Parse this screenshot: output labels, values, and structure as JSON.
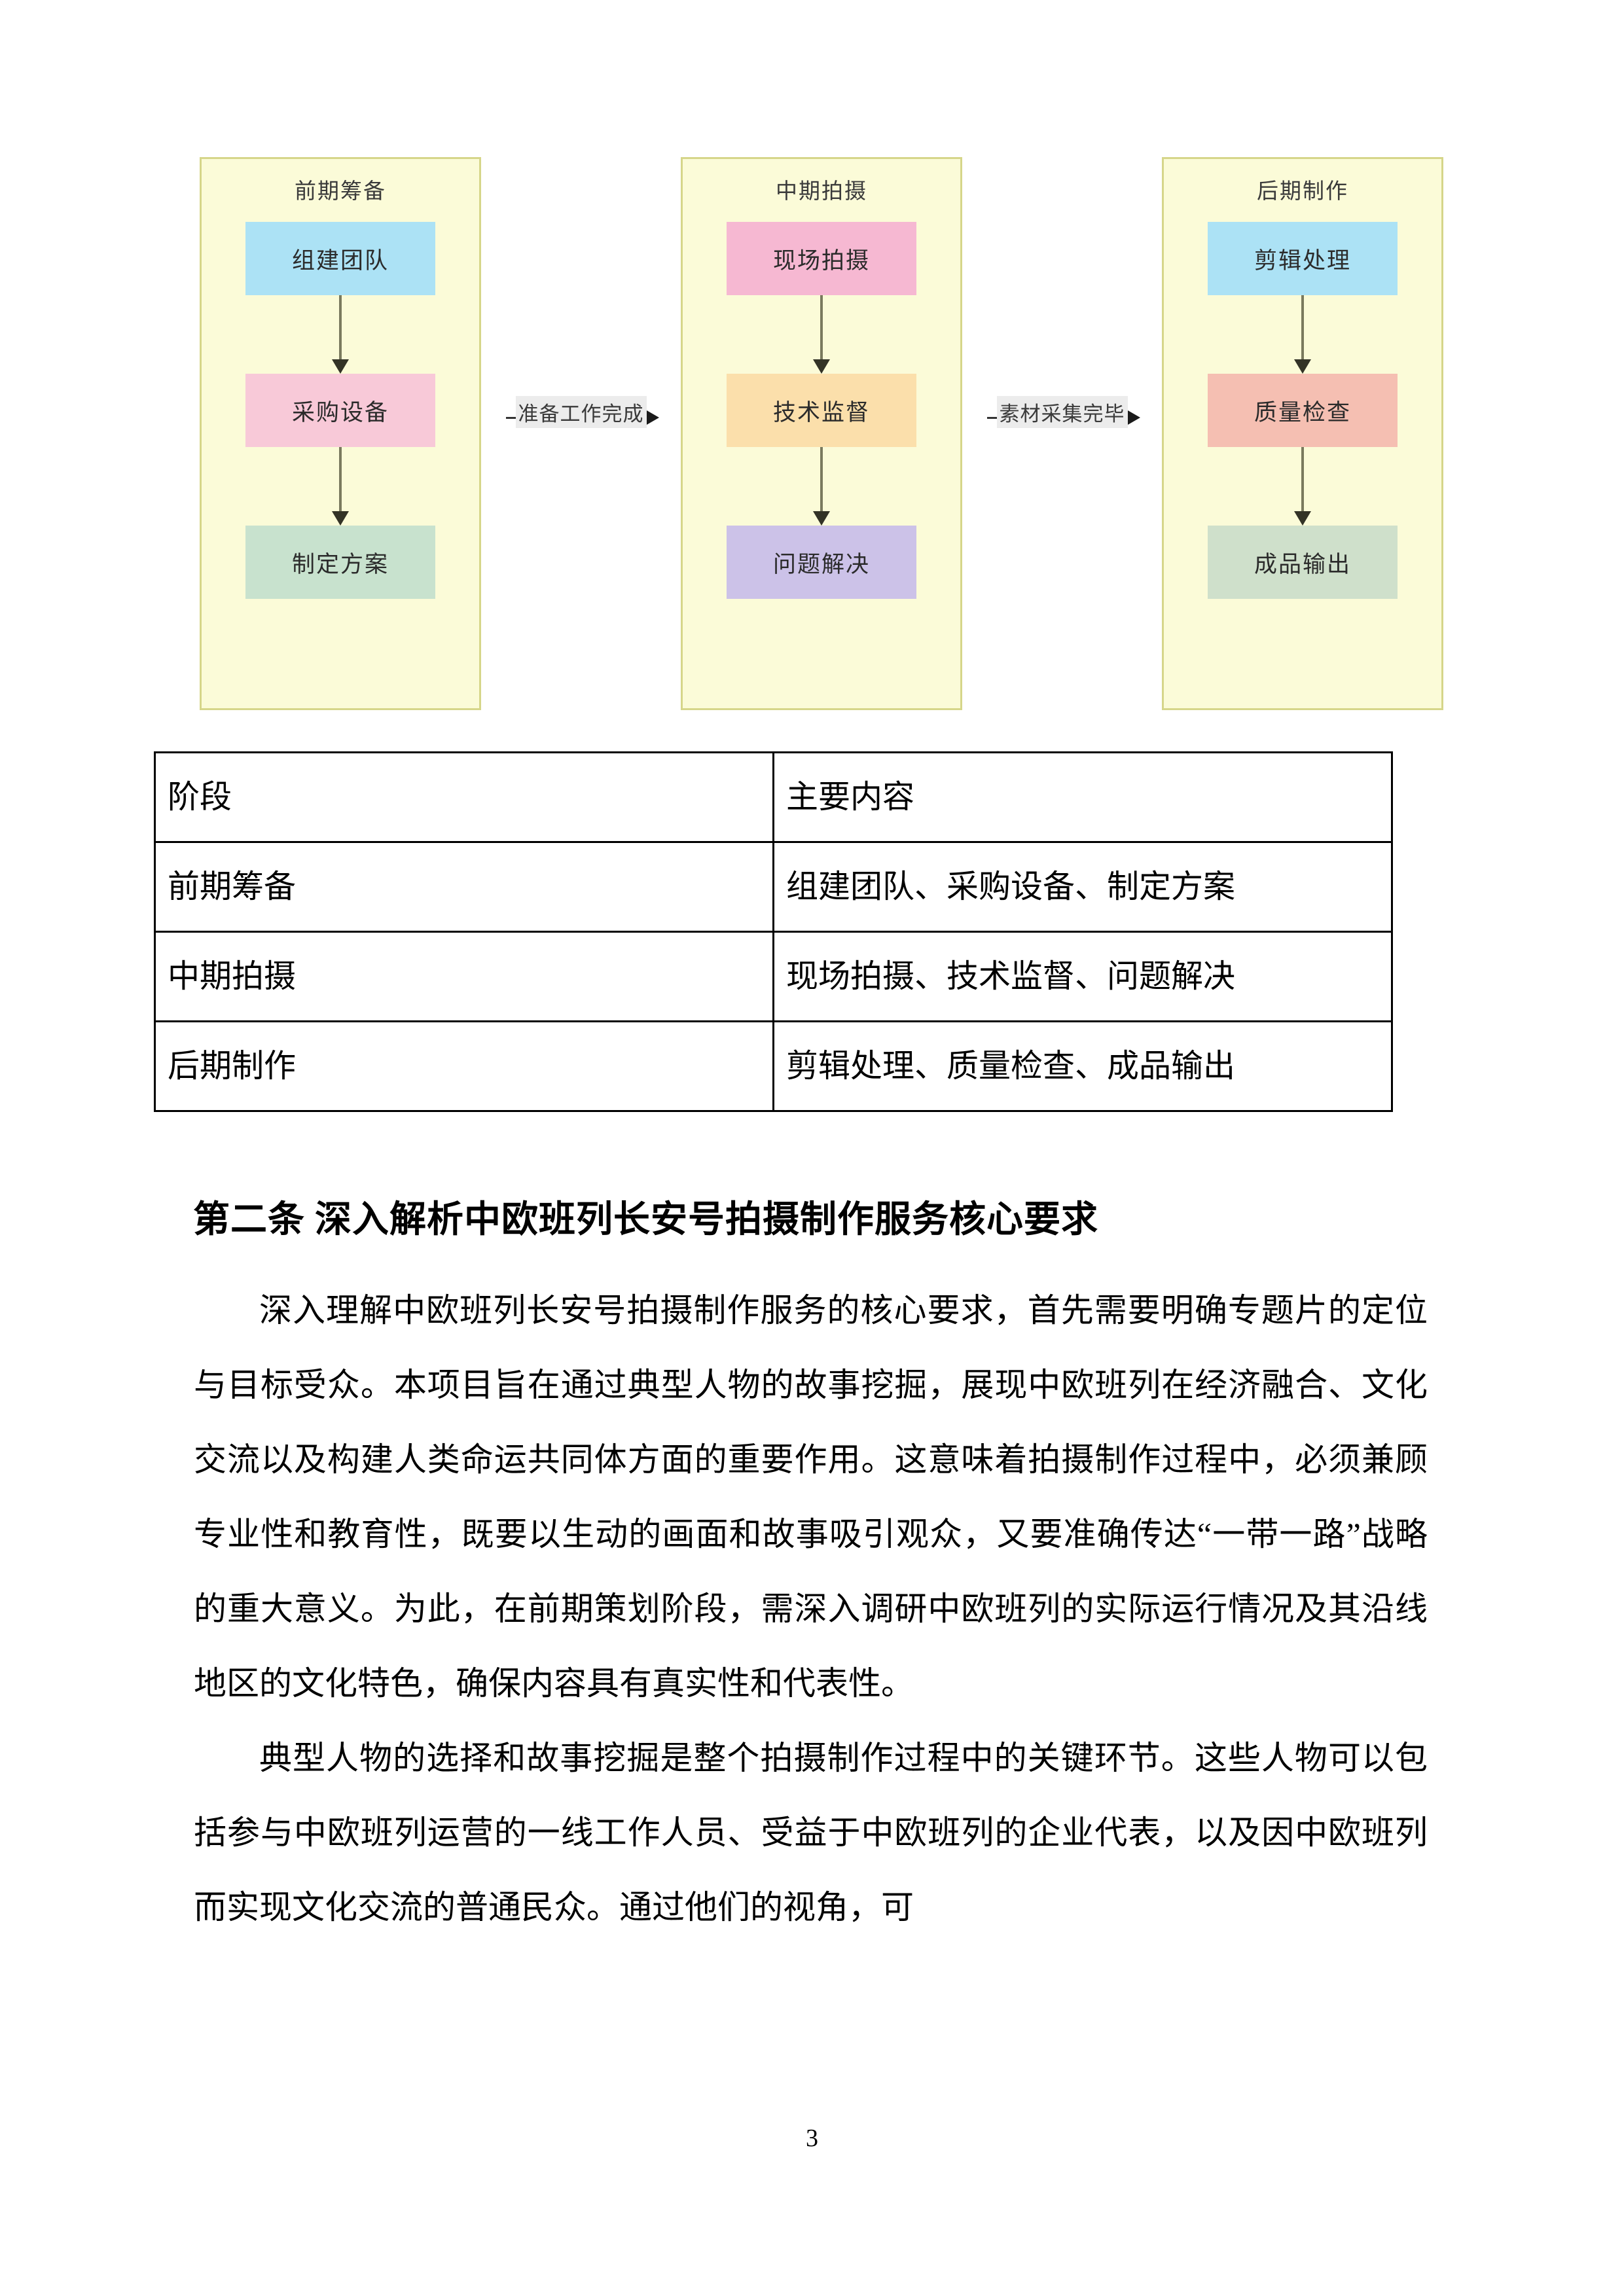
{
  "document": {
    "page_number": "3"
  },
  "flowchart": {
    "clusters": [
      {
        "title": "前期筹备",
        "nodes": [
          {
            "label": "组建团队",
            "color": "#ace2f5"
          },
          {
            "label": "采购设备",
            "color": "#f8c9d8"
          },
          {
            "label": "制定方案",
            "color": "#c8e2ce"
          }
        ]
      },
      {
        "title": "中期拍摄",
        "nodes": [
          {
            "label": "现场拍摄",
            "color": "#f6b8d2"
          },
          {
            "label": "技术监督",
            "color": "#fbdfab"
          },
          {
            "label": "问题解决",
            "color": "#ccc2e8"
          }
        ]
      },
      {
        "title": "后期制作",
        "nodes": [
          {
            "label": "剪辑处理",
            "color": "#ace2f5"
          },
          {
            "label": "质量检查",
            "color": "#f5bfb2"
          },
          {
            "label": "成品输出",
            "color": "#cfe0cb"
          }
        ]
      }
    ],
    "connectors": [
      {
        "label": "准备工作完成"
      },
      {
        "label": "素材采集完毕"
      }
    ],
    "cluster_fill": "#fbfbd8",
    "cluster_border": "#d6d68a"
  },
  "table": {
    "headers": [
      "阶段",
      "主要内容"
    ],
    "rows": [
      [
        "前期筹备",
        "组建团队、采购设备、制定方案"
      ],
      [
        "中期拍摄",
        "现场拍摄、技术监督、问题解决"
      ],
      [
        "后期制作",
        "剪辑处理、质量检查、成品输出"
      ]
    ]
  },
  "section": {
    "heading": "第二条 深入解析中欧班列长安号拍摄制作服务核心要求",
    "paragraphs": [
      "深入理解中欧班列长安号拍摄制作服务的核心要求，首先需要明确专题片的定位与目标受众。本项目旨在通过典型人物的故事挖掘，展现中欧班列在经济融合、文化交流以及构建人类命运共同体方面的重要作用。这意味着拍摄制作过程中，必须兼顾专业性和教育性，既要以生动的画面和故事吸引观众，又要准确传达“一带一路”战略的重大意义。为此，在前期策划阶段，需深入调研中欧班列的实际运行情况及其沿线地区的文化特色，确保内容具有真实性和代表性。",
      "典型人物的选择和故事挖掘是整个拍摄制作过程中的关键环节。这些人物可以包括参与中欧班列运营的一线工作人员、受益于中欧班列的企业代表，以及因中欧班列而实现文化交流的普通民众。通过他们的视角，可"
    ]
  }
}
